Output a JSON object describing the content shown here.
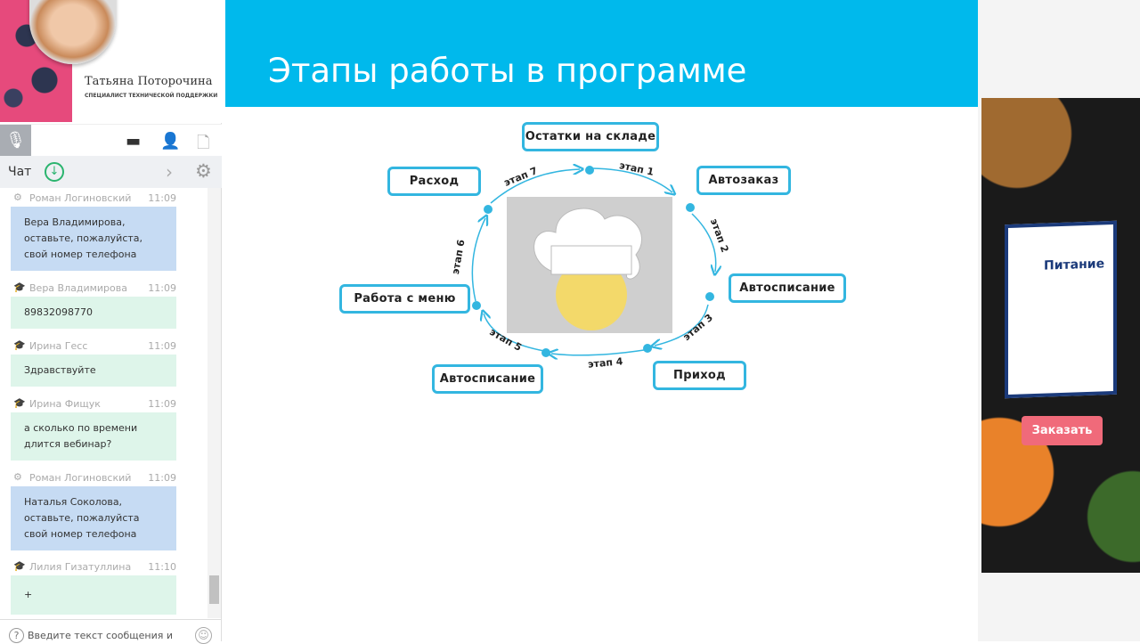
{
  "presenter": {
    "name": "Татьяна Поторочина",
    "role": "СПЕЦИАЛИСТ ТЕХНИЧЕСКОЙ ПОДДЕРЖКИ"
  },
  "chat": {
    "label": "Чат",
    "input_placeholder": "Введите текст сообщения и",
    "messages": [
      {
        "name": "Роман Логиновский",
        "time": "11:09",
        "text": "Вера Владимирова, оставьте, пожалуйста, свой номер телефона",
        "role": "moderator"
      },
      {
        "name": "Вера Владимирова",
        "time": "11:09",
        "text": "89832098770",
        "role": "student"
      },
      {
        "name": "Ирина Гесс",
        "time": "11:09",
        "text": "Здравствуйте",
        "role": "student"
      },
      {
        "name": "Ирина Фищук",
        "time": "11:09",
        "text": "а сколько по времени длится вебинар?",
        "role": "student"
      },
      {
        "name": "Роман Логиновский",
        "time": "11:09",
        "text": "Наталья Соколова, оставьте, пожалуйста свой номер телефона",
        "role": "moderator"
      },
      {
        "name": "Лилия Гизатуллина",
        "time": "11:10",
        "text": "+",
        "role": "student"
      }
    ]
  },
  "slide": {
    "title": "Этапы работы в программе",
    "nodes": [
      "Остатки на складе",
      "Автозаказ",
      "Автосписание",
      "Приход",
      "Автосписание",
      "Работа с меню",
      "Расход"
    ],
    "stages": [
      "этап 1",
      "этап 2",
      "этап 3",
      "этап 4",
      "этап 5",
      "этап 6",
      "этап 7"
    ]
  },
  "promo": {
    "product": "Питание",
    "order_label": "Заказать"
  },
  "colors": {
    "header": "#00b9ec",
    "accent": "#33b6e0",
    "order": "#f06a7a"
  }
}
